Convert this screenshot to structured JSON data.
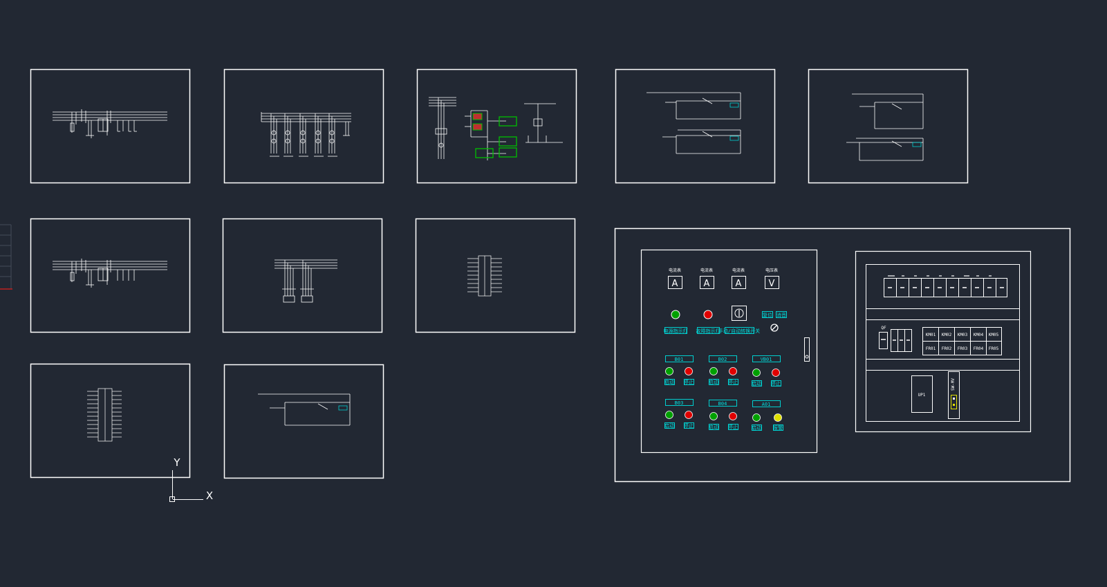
{
  "ucs": {
    "x_label": "X",
    "y_label": "Y"
  },
  "panel_labels": {
    "meters": [
      "电流表",
      "电流表",
      "电流表",
      "电压表"
    ],
    "meter_glyphs": [
      "A",
      "A",
      "A",
      "V"
    ],
    "status_lights": [
      "电源指示灯",
      "故障指示灯",
      "手动/自动转换开关"
    ],
    "small_buttons": [
      "复位",
      "消音"
    ],
    "motor_groups": [
      {
        "name": "B01",
        "btn_start": "启动",
        "btn_stop": "停止"
      },
      {
        "name": "B02",
        "btn_start": "启动",
        "btn_stop": "停止"
      },
      {
        "name": "VB01",
        "btn_start": "启动",
        "btn_stop": "停止"
      },
      {
        "name": "B03",
        "btn_start": "启动",
        "btn_stop": "停止"
      },
      {
        "name": "B04",
        "btn_start": "启动",
        "btn_stop": "停止"
      },
      {
        "name": "A01",
        "btn_start": "启动",
        "btn_stop": "报警"
      }
    ],
    "breakers_top": [
      "KM01",
      "KM02",
      "KM03",
      "KM04",
      "KM05"
    ],
    "breakers_bottom": [
      "FR01",
      "FR02",
      "FR03",
      "FR04",
      "FR05"
    ],
    "plc_label": "UP1",
    "qf_label": "QF",
    "sw_label": "SW-MV"
  },
  "colors": {
    "background": "#222833",
    "line": "#ffffff",
    "label_cyan": "#00d0d0",
    "green_lamp": "#00a000",
    "red_lamp": "#e00000",
    "yellow_lamp": "#e0e000",
    "highlight_green": "#00c000"
  }
}
